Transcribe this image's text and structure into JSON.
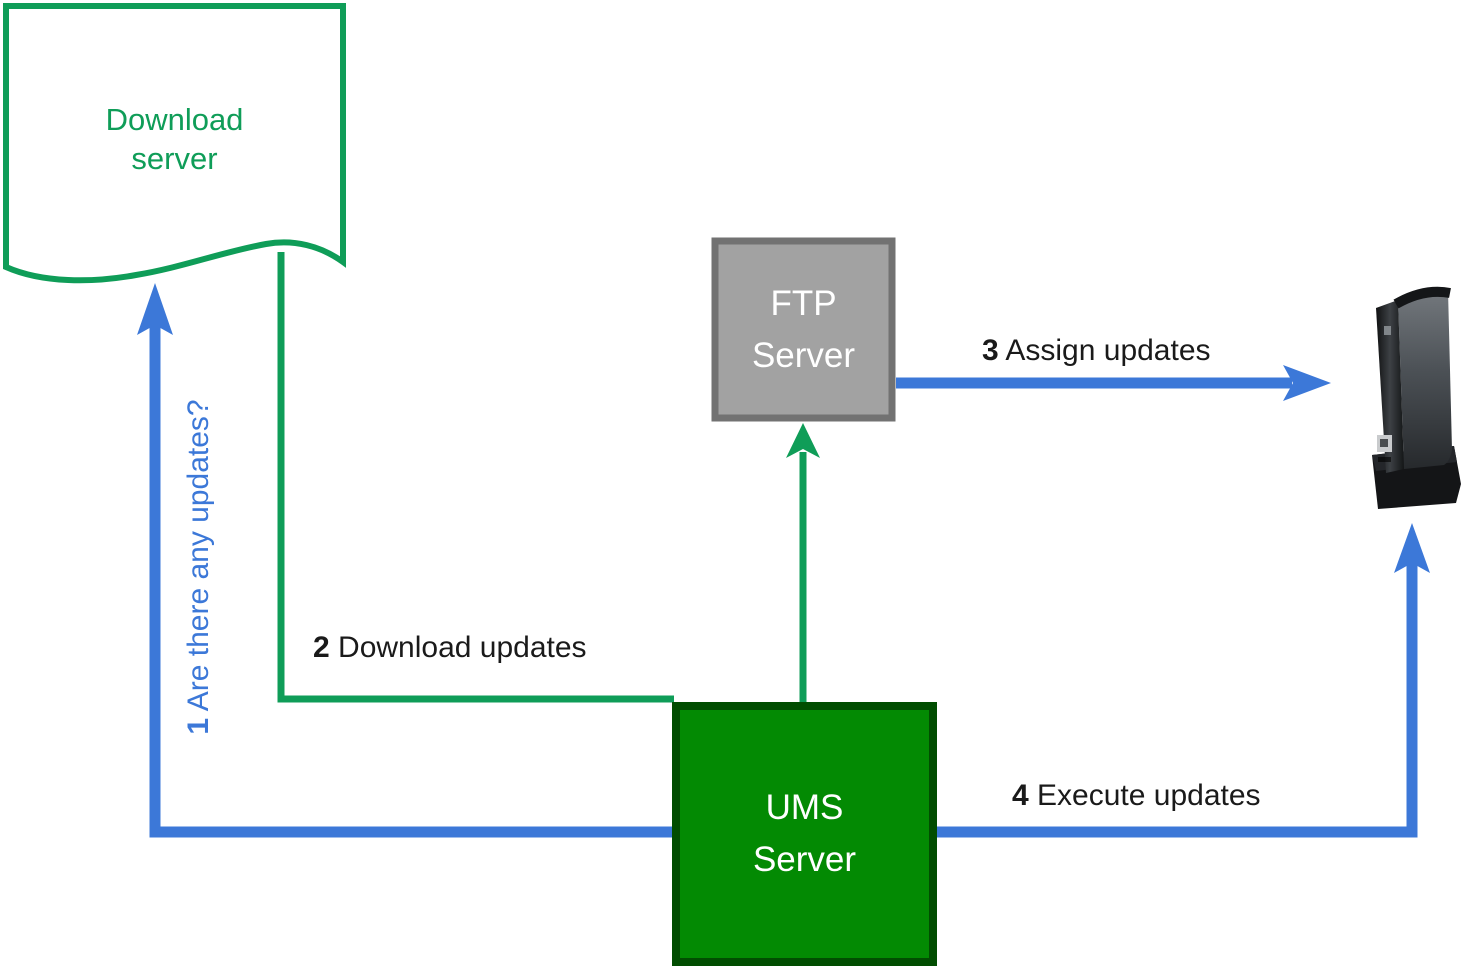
{
  "diagram": {
    "nodes": {
      "download_server": {
        "label": "Download\nserver",
        "shape": "document-wave",
        "border_color": "#0F9D58",
        "text_color": "#0F9D58"
      },
      "ftp_server": {
        "label": "FTP\nServer",
        "shape": "square",
        "fill": "#A2A2A2",
        "border_color": "#727272",
        "text_color": "#FFFFFF"
      },
      "ums_server": {
        "label": "UMS\nServer",
        "shape": "square",
        "fill": "#038A03",
        "border_color": "#014D01",
        "text_color": "#FFFFFF"
      },
      "endpoint_device": {
        "icon": "thin-client-tower"
      }
    },
    "steps": [
      {
        "number": "1",
        "label": "Are there any updates?",
        "from": "ums_server",
        "to": "download_server",
        "color": "#3C78D8"
      },
      {
        "number": "2",
        "label": "Download updates",
        "from": "download_server",
        "to": "ums_server",
        "color": "#0F9D58"
      },
      {
        "number": "3",
        "label": "Assign updates",
        "from": "ftp_server",
        "to": "endpoint_device",
        "color": "#3C78D8"
      },
      {
        "number": "4",
        "label": "Execute updates",
        "from": "ums_server",
        "to": "endpoint_device",
        "color": "#3C78D8"
      }
    ],
    "arrows": {
      "ums_to_ftp": {
        "color": "#0F9D58"
      }
    },
    "colors": {
      "green": "#0F9D58",
      "blue": "#3C78D8",
      "ums_fill": "#038A03",
      "ums_border": "#014D01",
      "ftp_fill": "#A2A2A2",
      "ftp_border": "#727272",
      "label_text": "#1A1A1A"
    }
  }
}
